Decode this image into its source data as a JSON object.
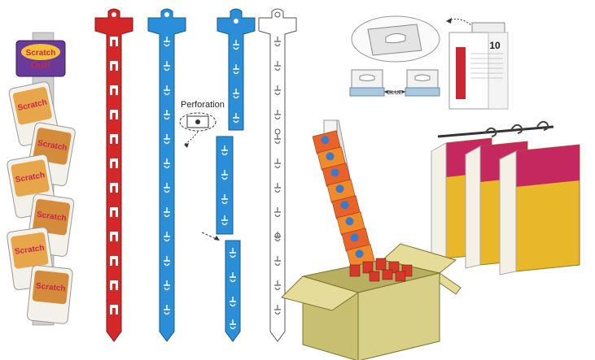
{
  "labels": {
    "perforation": "Perforation",
    "glue": "GLUE"
  },
  "packaging": {
    "brand_line1": "Scratch",
    "brand_line2": "Out!",
    "box_number": "10"
  },
  "colors": {
    "strip_red": "#d42828",
    "strip_blue": "#2a8fd8",
    "strip_white": "#ffffff",
    "outline": "#555555",
    "box_magenta": "#c4285e",
    "box_yellow": "#e8b82a",
    "carton": "#d8d088"
  }
}
